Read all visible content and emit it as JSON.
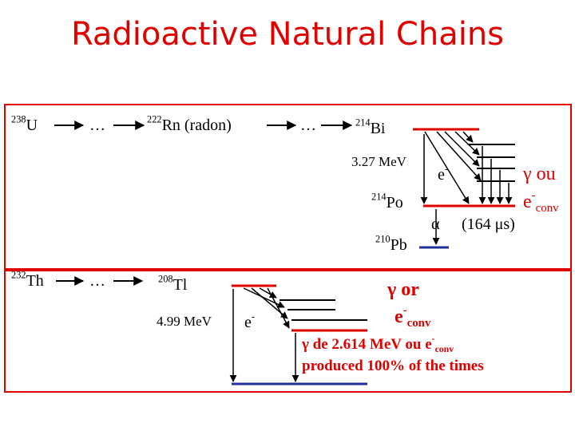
{
  "title": "Radioactive Natural Chains",
  "colors": {
    "title": "#e00000",
    "frame": "#e00000",
    "level_red": "#e00000",
    "level_blue": "#1f2f9a",
    "text": "#000000"
  },
  "chain1": {
    "start_mass": "238",
    "start_sym": "U",
    "ellipsis1": "…",
    "rn_mass": "222",
    "rn_sym": "Rn (radon)",
    "ellipsis2": "…",
    "bi_mass": "214",
    "bi_sym": "Bi",
    "bi_energy": "3.27 MeV",
    "po_mass": "214",
    "po_sym": "Po",
    "pb_mass": "210",
    "pb_sym": "Pb",
    "electron": "e",
    "electron_sup": "-",
    "alpha": "α",
    "halflife": "(164 μs)",
    "gamma_ou": "γ ou",
    "econv_e": "e",
    "econv_sup": "-",
    "econv_sub": "conv"
  },
  "chain2": {
    "start_mass": "232",
    "start_sym": "Th",
    "ellipsis": "…",
    "tl_mass": "208",
    "tl_sym": "Tl",
    "tl_energy": "4.99 MeV",
    "electron": "e",
    "electron_sup": "-",
    "gamma_or": "γ or",
    "econv_e": "e",
    "econv_sup": "-",
    "econv_sub": "conv",
    "note_line1_a": "γ de 2.614 MeV ou e",
    "note_line1_sup": "-",
    "note_line1_sub": "conv",
    "note_line2": "produced 100% of the times"
  }
}
